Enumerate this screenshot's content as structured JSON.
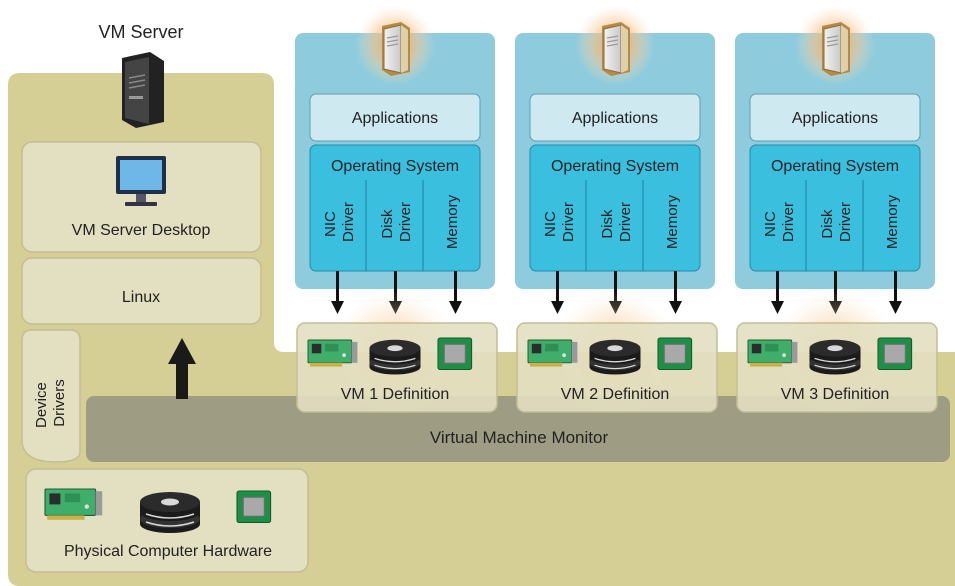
{
  "server": {
    "title": "VM Server",
    "desktop_label": "VM Server Desktop",
    "linux_label": "Linux",
    "device_drivers": [
      "Device",
      "Drivers"
    ],
    "hardware_label": "Physical Computer Hardware"
  },
  "vmm_label": "Virtual Machine Monitor",
  "vms": [
    {
      "apps": "Applications",
      "os": "Operating System",
      "driver_cols": [
        [
          "NIC",
          "Driver"
        ],
        [
          "Disk",
          "Driver"
        ],
        [
          "Memory"
        ]
      ],
      "definition": "VM 1 Definition"
    },
    {
      "apps": "Applications",
      "os": "Operating System",
      "driver_cols": [
        [
          "NIC",
          "Driver"
        ],
        [
          "Disk",
          "Driver"
        ],
        [
          "Memory"
        ]
      ],
      "definition": "VM 2 Definition"
    },
    {
      "apps": "Applications",
      "os": "Operating System",
      "driver_cols": [
        [
          "NIC",
          "Driver"
        ],
        [
          "Disk",
          "Driver"
        ],
        [
          "Memory"
        ]
      ],
      "definition": "VM 3 Definition"
    }
  ],
  "icons": [
    "server-tower-icon",
    "monitor-icon",
    "network-card-icon",
    "disk-stack-icon",
    "memory-chip-icon",
    "up-arrow-icon",
    "down-arrow-icon"
  ],
  "colors": {
    "host_bg": "#d5cf95",
    "panel": "#e3dfc1",
    "vmm": "#9e9d84",
    "vm_bg": "#8ecbdc",
    "apps_box": "#cfe9f1",
    "os_box": "#3bbfdf",
    "glow": "#f3b169"
  }
}
